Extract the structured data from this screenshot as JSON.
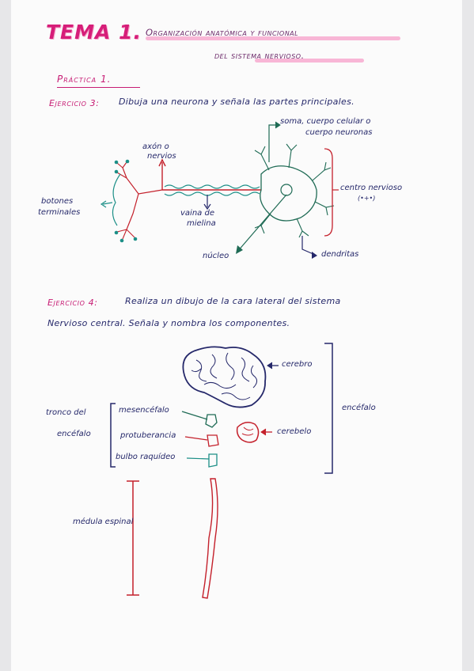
{
  "title": {
    "tema": "TEMA 1.",
    "part1": "Organización anatómica y funcional",
    "part2": "del sistema nervioso."
  },
  "practica": "Práctica 1.",
  "ejercicio3": {
    "label": "Ejercicio 3:",
    "text": "Dibuja una neurona y señala las partes principales."
  },
  "neuron_labels": {
    "axon": "axón o",
    "axon2": "nervios",
    "soma": "soma, cuerpo celular o",
    "soma2": "cuerpo neuronas",
    "botones": "botones",
    "botones2": "terminales",
    "centro": "centro nervioso",
    "centro2": "(•+•)",
    "vaina": "vaina de",
    "vaina2": "mielina",
    "nucleo": "núcleo",
    "dendritas": "dendritas"
  },
  "ejercicio4": {
    "label": "Ejercicio 4:",
    "text1": "Realiza un dibujo de la cara lateral del sistema",
    "text2": "Nervioso central. Señala y nombra los componentes."
  },
  "brain_labels": {
    "cerebro": "cerebro",
    "encefalo": "encéfalo",
    "tronco": "tronco del",
    "tronco2": "encéfalo",
    "mesencefalo": "mesencéfalo",
    "protuberancia": "protuberancia",
    "bulbo": "bulbo raquídeo",
    "cerebelo": "cerebelo",
    "medula": "médula espinal"
  },
  "colors": {
    "pink": "#d61e79",
    "navy": "#25286a",
    "teal": "#1c8f87",
    "green": "#1f6b55",
    "red": "#c4202b"
  }
}
